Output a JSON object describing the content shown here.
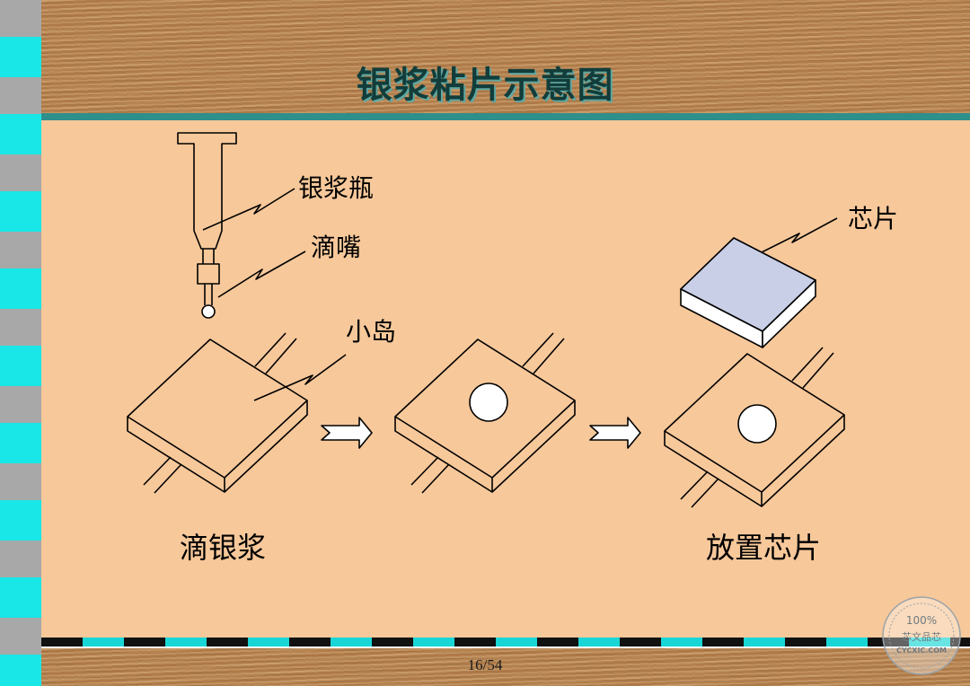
{
  "slide": {
    "title": "银浆粘片示意图",
    "page_number": "16/54"
  },
  "labels": {
    "silver_paste_bottle": "银浆瓶",
    "nozzle": "滴嘴",
    "island": "小岛",
    "chip": "芯片",
    "step1_caption": "滴银浆",
    "step3_caption": "放置芯片"
  },
  "watermark": {
    "top_text": "100%",
    "middle_text": "芯文品芯",
    "bottom_text": "CYCXIC.COM"
  },
  "colors": {
    "panel_background": "#f7c89a",
    "title_text": "#123d3a",
    "chip_top": "#c9cfe6",
    "wood": "#b5814e",
    "accent_teal": "#19e6e6"
  }
}
